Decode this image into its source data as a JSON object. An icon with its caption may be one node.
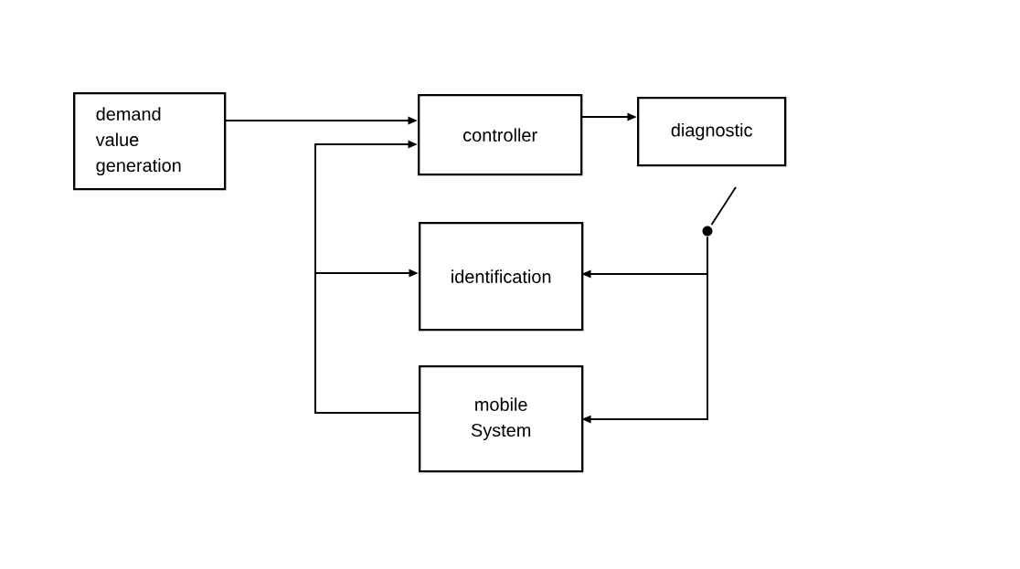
{
  "diagram": {
    "nodes": [
      {
        "text": [
          "demand value generation"
        ]
      },
      {
        "text": [
          "controller"
        ]
      },
      {
        "text": [
          "diagnostic"
        ]
      },
      {
        "text": [
          "identification"
        ]
      },
      {
        "text": [
          "mobile System"
        ]
      },
      {
        "text": [],
        "shape": "circle"
      }
    ],
    "edges": [
      {
        "from": 0,
        "to": 1,
        "arrow": "to"
      },
      {
        "from": 1,
        "to": 2,
        "arrow": "to"
      },
      {
        "from": 4,
        "to": 1,
        "arrow": "to"
      },
      {
        "from": 4,
        "to": 3,
        "arrow": "to"
      },
      {
        "from": 5,
        "to": 3,
        "arrow": "to"
      },
      {
        "from": 5,
        "to": 4,
        "arrow": "to"
      }
    ]
  }
}
